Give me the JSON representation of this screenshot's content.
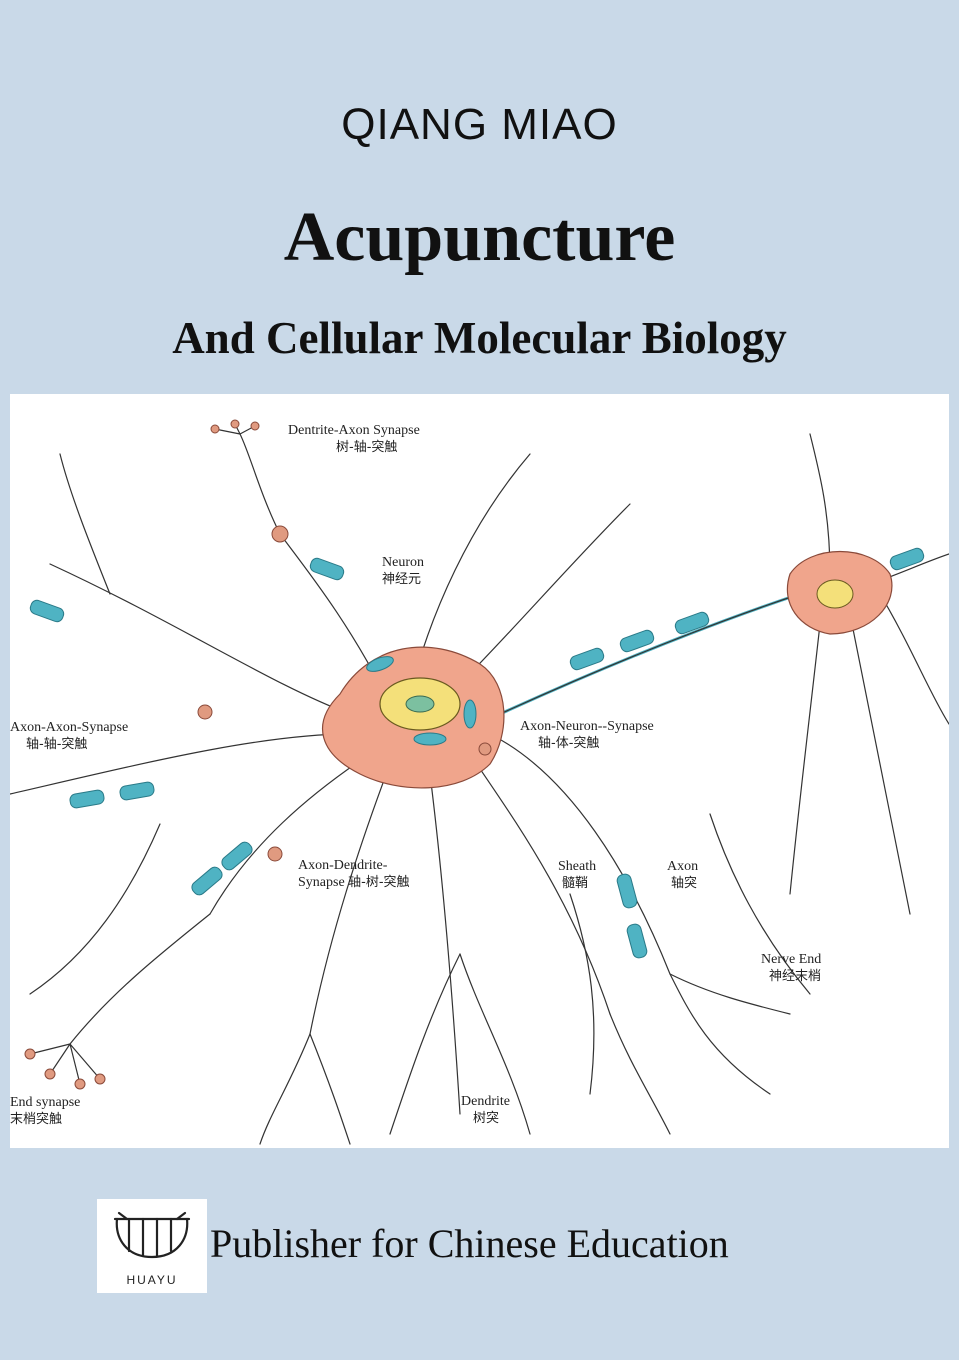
{
  "cover": {
    "author": "QIANG MIAO",
    "title": "Acupuncture",
    "subtitle": "And Cellular Molecular Biology"
  },
  "illustration": {
    "labels": {
      "dentrite_axon_synapse": {
        "en": "Dentrite-Axon Synapse",
        "zh": "树-轴-突触"
      },
      "neuron": {
        "en": "Neuron",
        "zh": "神经元"
      },
      "axon_axon_synapse": {
        "en": "Axon-Axon-Synapse",
        "zh": "轴-轴-突触"
      },
      "axon_neuron_synapse": {
        "en": "Axon-Neuron--Synapse",
        "zh": "轴-体-突触"
      },
      "axon_dendrite_synapse": {
        "en": "Axon-Dendrite-",
        "en2": "Synapse",
        "zh": "轴-树-突触"
      },
      "sheath": {
        "en": "Sheath",
        "zh": "髓鞘"
      },
      "axon": {
        "en": "Axon",
        "zh": "轴突"
      },
      "nerve_end": {
        "en": "Nerve End",
        "zh": "神经末梢"
      },
      "end_synapse": {
        "en": "End synapse",
        "zh": "末梢突触"
      },
      "dendrite": {
        "en": "Dendrite",
        "zh": "树突"
      }
    }
  },
  "publisher": {
    "logo_text": "HUAYU",
    "name": "Publisher for Chinese Education"
  },
  "colors": {
    "background": "#c9d9e8",
    "cell_body": "#f0a58c",
    "myelin": "#4fb3c3",
    "nucleus": "#f4e07a"
  }
}
